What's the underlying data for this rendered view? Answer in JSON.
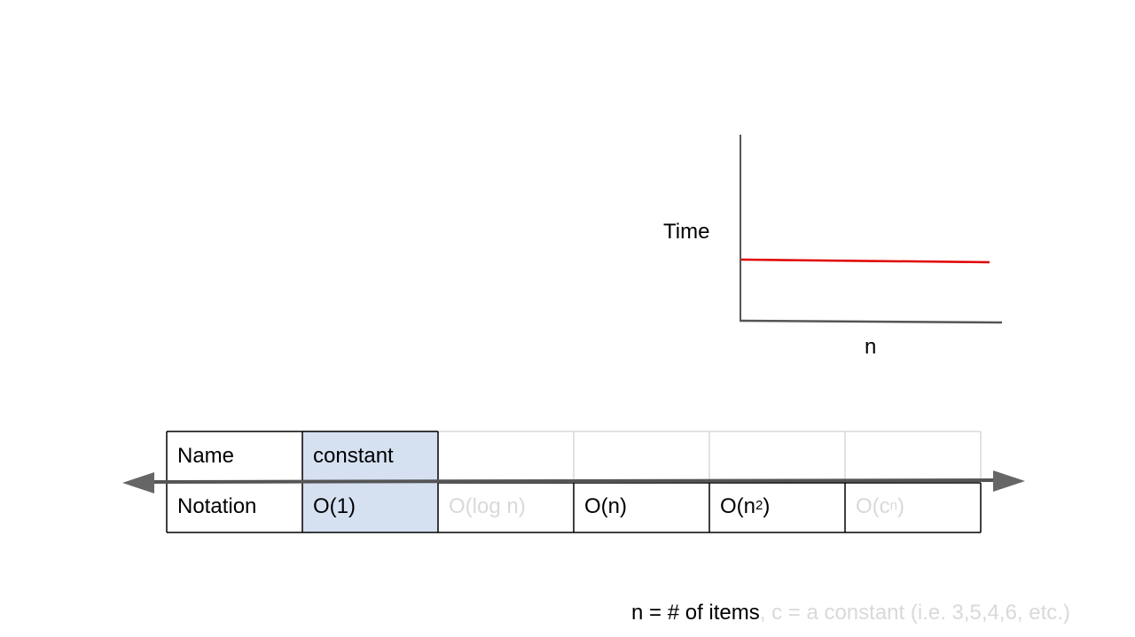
{
  "graph": {
    "y_label": "Time",
    "x_label": "n",
    "line_color": "#e00000"
  },
  "table": {
    "row_headers": [
      "Name",
      "Notation"
    ],
    "columns": [
      {
        "name": "constant",
        "notation": "O(1)",
        "highlighted": true,
        "faded": false
      },
      {
        "name": "",
        "notation": "O(log n)",
        "highlighted": false,
        "faded": true
      },
      {
        "name": "",
        "notation": "O(n)",
        "highlighted": false,
        "faded": false
      },
      {
        "name": "",
        "notation_base": "O(n",
        "notation_sup": "2",
        "notation_tail": ")",
        "highlighted": false,
        "faded": false
      },
      {
        "name": "",
        "notation_base": "O(c",
        "notation_sup": "n",
        "notation_tail": ")",
        "highlighted": false,
        "faded": true
      }
    ],
    "highlight_color": "#d5e1f1"
  },
  "footnote": {
    "main": "n = # of items",
    "faded": ", c = a constant (i.e. 3,5,4,6, etc.)"
  }
}
